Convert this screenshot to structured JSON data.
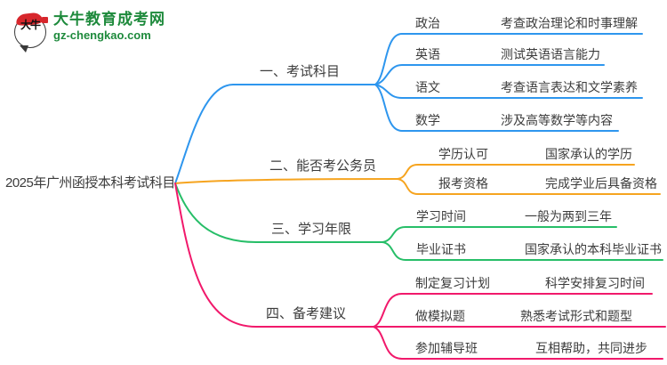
{
  "logo": {
    "name": "大牛教育成考网",
    "url": "gz-chengkao.com",
    "mark_text": "大牛",
    "brand_green": "#1e8a3c",
    "brand_red": "#d7262c"
  },
  "title": "2025年广州函授本科考试科目",
  "colors": {
    "branch1_blue": "#2e96ee",
    "branch2_orange": "#f6a41f",
    "branch3_green": "#27be68",
    "branch4_pink": "#f1196b",
    "text": "#3c3c3c"
  },
  "branches": [
    {
      "label": "一、考试科目",
      "color": "#2e96ee",
      "children": [
        {
          "label": "政治",
          "desc": "考查政治理论和时事理解"
        },
        {
          "label": "英语",
          "desc": "测试英语语言能力"
        },
        {
          "label": "语文",
          "desc": "考查语言表达和文学素养"
        },
        {
          "label": "数学",
          "desc": "涉及高等数学等内容"
        }
      ]
    },
    {
      "label": "二、能否考公务员",
      "color": "#f6a41f",
      "children": [
        {
          "label": "学历认可",
          "desc": "国家承认的学历"
        },
        {
          "label": "报考资格",
          "desc": "完成学业后具备资格"
        }
      ]
    },
    {
      "label": "三、学习年限",
      "color": "#27be68",
      "children": [
        {
          "label": "学习时间",
          "desc": "一般为两到三年"
        },
        {
          "label": "毕业证书",
          "desc": "国家承认的本科毕业证书"
        }
      ]
    },
    {
      "label": "四、备考建议",
      "color": "#f1196b",
      "children": [
        {
          "label": "制定复习计划",
          "desc": "科学安排复习时间"
        },
        {
          "label": "做模拟题",
          "desc": "熟悉考试形式和题型"
        },
        {
          "label": "参加辅导班",
          "desc": "互相帮助，共同进步"
        }
      ]
    }
  ]
}
